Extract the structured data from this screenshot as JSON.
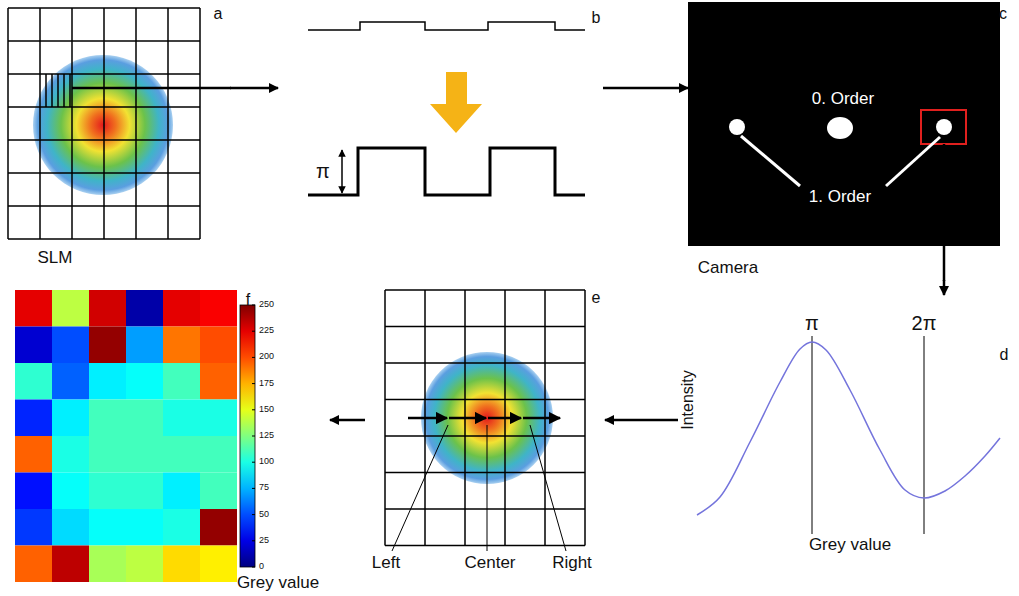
{
  "diagram": {
    "nodes": [
      {
        "text": [
          "a",
          "SLM"
        ]
      },
      {
        "text": [
          "b",
          "π"
        ]
      },
      {
        "text": [
          "c",
          "0. Order",
          "1. Order",
          "Camera"
        ]
      },
      {
        "text": [
          "d",
          "π",
          "2π",
          "Intensity",
          "Grey value"
        ]
      },
      {
        "text": [
          "e",
          "Left",
          "Center",
          "Right"
        ]
      },
      {
        "text": [
          "f",
          "Grey value"
        ]
      }
    ],
    "edges": [
      {
        "from": 0,
        "to": 1,
        "arrow": "to"
      },
      {
        "from": 1,
        "to": 2,
        "arrow": "to"
      },
      {
        "from": 2,
        "to": 3,
        "arrow": "to"
      },
      {
        "from": 3,
        "to": 4,
        "arrow": "to"
      },
      {
        "from": 4,
        "to": 5,
        "arrow": "to"
      }
    ],
    "labels": [
      "250",
      "225",
      "200",
      "175",
      "150",
      "125",
      "100",
      "75",
      "50",
      "25",
      "0"
    ]
  }
}
